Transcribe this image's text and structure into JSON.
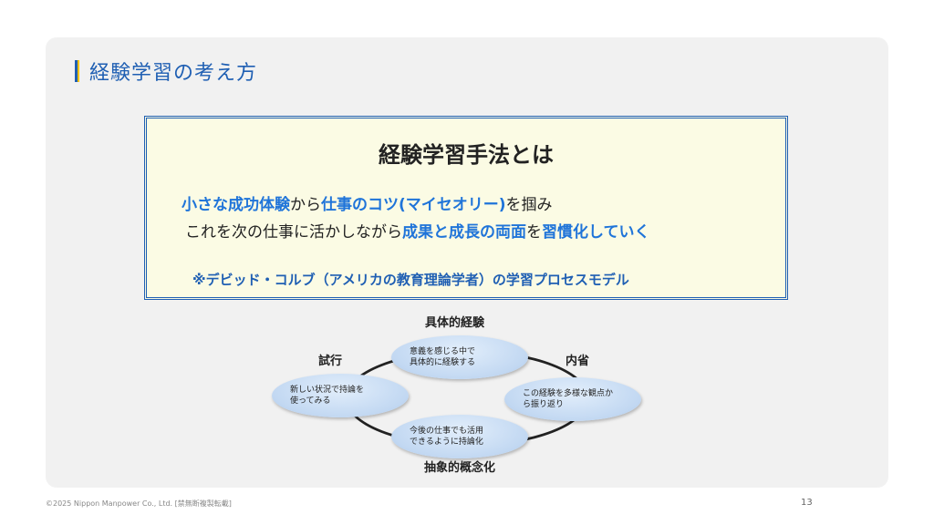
{
  "slide": {
    "title": "経験学習の考え方",
    "box": {
      "heading": "経験学習手法とは",
      "line1": {
        "p1": "小さな成功体験",
        "p2": "から",
        "p3": "仕事のコツ(マイセオリー)",
        "p4": "を掴み"
      },
      "line2": {
        "p1": "これを次の仕事に活かしながら",
        "p2": "成果と成長の両面",
        "p3": "を",
        "p4": "習慣化していく"
      },
      "note": "※デビッド・コルブ（アメリカの教育理論学者）の学習プロセスモデル"
    },
    "cycle": {
      "top_label": "具体的経験",
      "right_label": "内省",
      "bottom_label": "抽象的概念化",
      "left_label": "試行",
      "top_text": "意義を感じる中で\n具体的に経験する",
      "right_text": "この経験を多様な観点か\nら振り返り",
      "bottom_text": "今後の仕事でも活用\nできるように持論化",
      "left_text": "新しい状況で持論を\n使ってみる"
    }
  },
  "footer": {
    "copyright": "©2025 Nippon Manpower Co., Ltd. [禁無断複製転載]",
    "page_number": "13"
  },
  "colors": {
    "accent_blue": "#1f5fb3",
    "highlight_blue": "#1f74d9",
    "accent_yellow": "#f2c200",
    "box_background": "#fbfbe4"
  }
}
